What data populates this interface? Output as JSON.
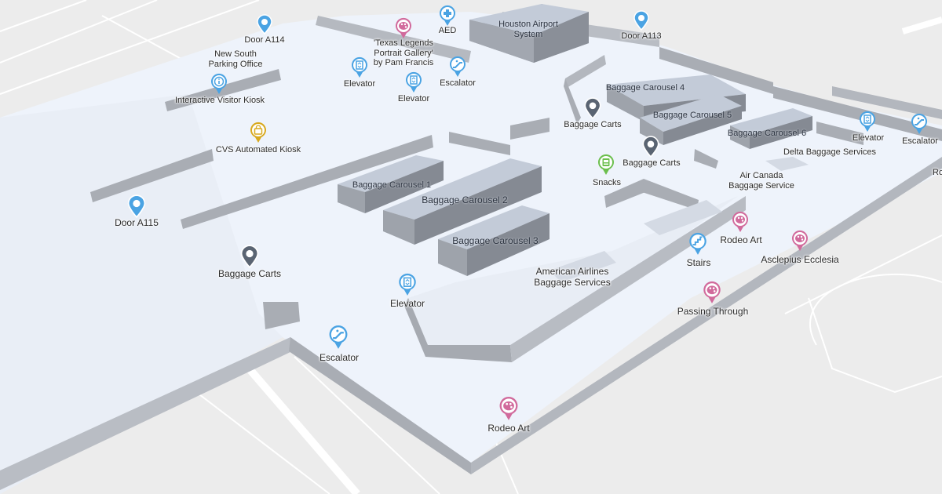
{
  "map": {
    "title": "Houston Airport Baggage Claim Indoor Map"
  },
  "blocks": {
    "houston_airport_system": "Houston Airport\nSystem",
    "baggage_carousel_1": "Baggage Carousel 1",
    "baggage_carousel_2": "Baggage Carousel 2",
    "baggage_carousel_3": "Baggage Carousel 3",
    "baggage_carousel_4": "Baggage Carousel 4",
    "baggage_carousel_5": "Baggage Carousel 5",
    "baggage_carousel_6": "Baggage Carousel 6",
    "american_airlines": "American Airlines\nBaggage Services",
    "air_canada": "Air Canada\nBaggage Service",
    "delta": "Delta Baggage Services",
    "new_south_parking": "New South\nParking Office"
  },
  "pois": {
    "door_a114": "Door A114",
    "door_a113": "Door A113",
    "door_a115": "Door A115",
    "aed": "AED",
    "texas_legends": "'Texas Legends\nPortrait Gallery'\nby Pam Francis",
    "elevator_top_left": "Elevator",
    "elevator_top_mid": "Elevator",
    "escalator_top": "Escalator",
    "interactive_kiosk": "Interactive Visitor Kiosk",
    "cvs_kiosk": "CVS Automated Kiosk",
    "baggage_carts_top": "Baggage Carts",
    "baggage_carts_mid": "Baggage Carts",
    "baggage_carts_left": "Baggage Carts",
    "snacks": "Snacks",
    "elevator_center": "Elevator",
    "escalator_bottom": "Escalator",
    "rodeo_art_bottom": "Rodeo Art",
    "rodeo_art_right": "Rodeo Art",
    "stairs": "Stairs",
    "asclepius": "Asclepius Ecclesia",
    "passing_through": "Passing Through",
    "elevator_right": "Elevator",
    "escalator_right": "Escalator",
    "edge_label": "Ro"
  },
  "colors": {
    "floor": "#eef3fb",
    "outside": "#ececec",
    "wall_side": "#a9adb4",
    "wall_top": "#c8ccd3",
    "block_top": "#c3cbd8",
    "block_side": "#868b94",
    "pin_blue": "#4aa3e3",
    "pin_dark": "#5a6472",
    "pin_pink": "#d16a9c",
    "pin_green": "#6cbf4e",
    "pin_gold": "#d8a91f"
  },
  "icons": {
    "door": "location-pin-icon",
    "elevator": "elevator-icon",
    "escalator": "escalator-icon",
    "stairs": "stairs-icon",
    "art": "palette-icon",
    "aed": "medical-cross-icon",
    "info": "info-icon",
    "shop": "shopping-bag-icon",
    "food": "food-icon",
    "carts": "map-pin-icon"
  }
}
